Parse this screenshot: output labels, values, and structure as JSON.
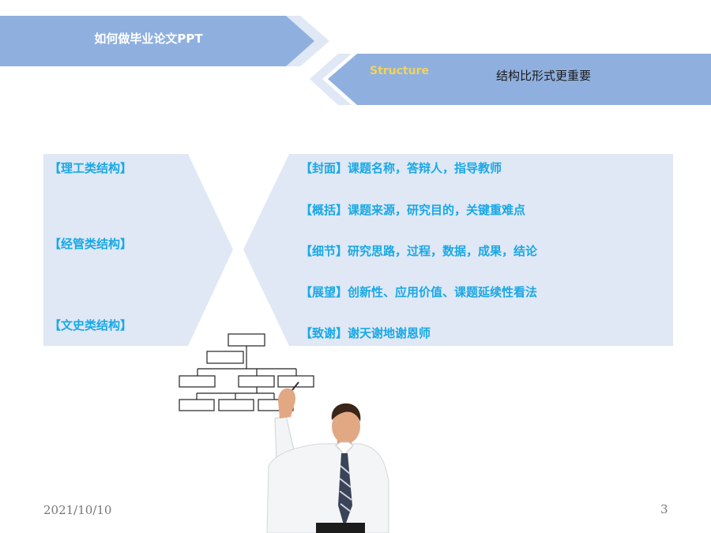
{
  "header": {
    "title": "如何做毕业论文PPT",
    "section_en": "Structure",
    "section_cn": "结构比形式更重要"
  },
  "categories": [
    "【理工类结构】",
    "【经管类结构】",
    "【文史类结构】"
  ],
  "items": [
    "【封面】课题名称，答辩人，指导教师",
    "【概括】课题来源，研究目的，关键重难点",
    "【细节】研究思路，过程，数据，成果，结论",
    "【展望】创新性、应用价值、课题延续性看法",
    "【致谢】谢天谢地谢恩师"
  ],
  "footer": {
    "date": "2021/10/10",
    "page_number": "3"
  },
  "colors": {
    "banner_dark": "#8fb0df",
    "banner_light": "#dfe8f4",
    "panel": "#dfe8f4",
    "accent_text": "#19a8e6",
    "structure_text": "#f2d35a"
  }
}
